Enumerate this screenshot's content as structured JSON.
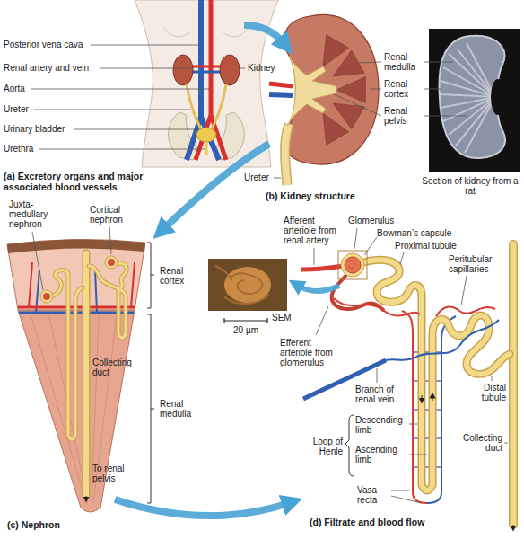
{
  "diagram": {
    "labels": [
      "Posterior vena cava",
      "Renal artery and vein",
      "Aorta",
      "Ureter",
      "Urinary bladder",
      "Urethra",
      "Kidney",
      "(a) Excretory organs and major associated blood vessels",
      "Renal medulla",
      "Renal cortex",
      "Renal pelvis",
      "Ureter",
      "(b) Kidney structure",
      "Section of kidney from a rat",
      "Juxta-medullary nephron",
      "Cortical nephron",
      "Renal cortex",
      "Collecting duct",
      "Renal medulla",
      "To renal pelvis",
      "(c) Nephron",
      "Afferent arteriole from renal artery",
      "Glomerulus",
      "Bowman’s capsule",
      "Proximal tubule",
      "Peritubular capillaries",
      "20 µm",
      "SEM",
      "Efferent arteriole from glomerulus",
      "Distal tubule",
      "Branch of renal vein",
      "Collecting duct",
      "Loop of Henle",
      "Descending limb",
      "Ascending limb",
      "Vasa recta",
      "(d) Filtrate and blood flow"
    ]
  }
}
